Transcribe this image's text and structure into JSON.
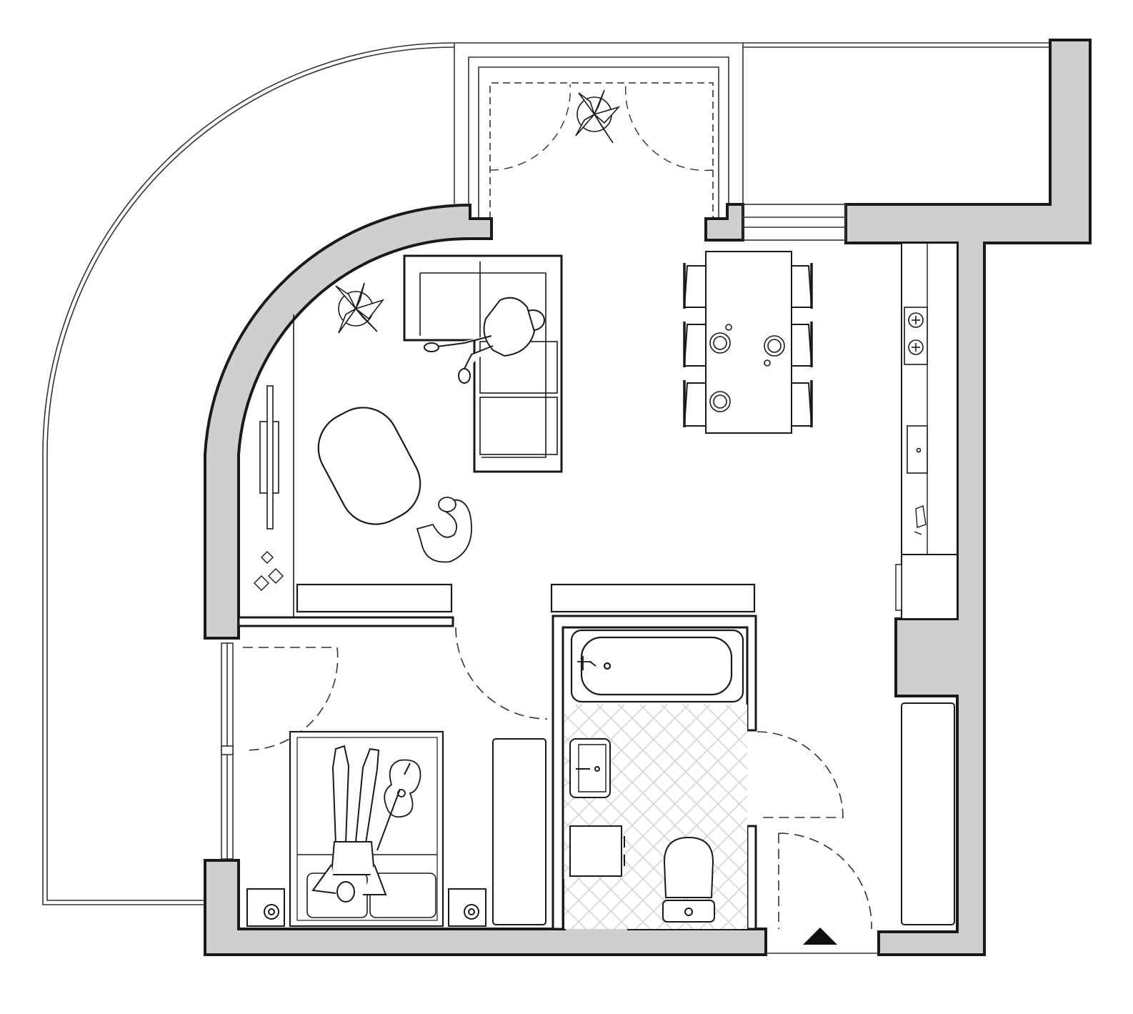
{
  "floor_plan": {
    "style": "architectural floor plan, black line drawing",
    "wall_fill": "#cfcfcf",
    "wall_stroke": "#1a1a1a",
    "tile_color": "#d4d4d4",
    "rooms": [
      {
        "name": "living-room"
      },
      {
        "name": "bedroom"
      },
      {
        "name": "bathroom"
      },
      {
        "name": "kitchen"
      },
      {
        "name": "dining-area"
      },
      {
        "name": "entrance-hall"
      },
      {
        "name": "balcony"
      },
      {
        "name": "bay-window-nook"
      }
    ],
    "furniture": [
      "l-shaped-sofa",
      "oval-coffee-table",
      "tv-console",
      "plant",
      "dining-table",
      "dining-chair",
      "kitchen-counter",
      "cooktop",
      "kitchen-sink",
      "refrigerator",
      "bathtub",
      "washbasin",
      "toilet",
      "washing-machine",
      "double-bed",
      "nightstand",
      "dresser",
      "bench",
      "wardrobe",
      "person",
      "dog",
      "guitar"
    ],
    "icons": [
      "entrance-arrow-icon"
    ]
  }
}
